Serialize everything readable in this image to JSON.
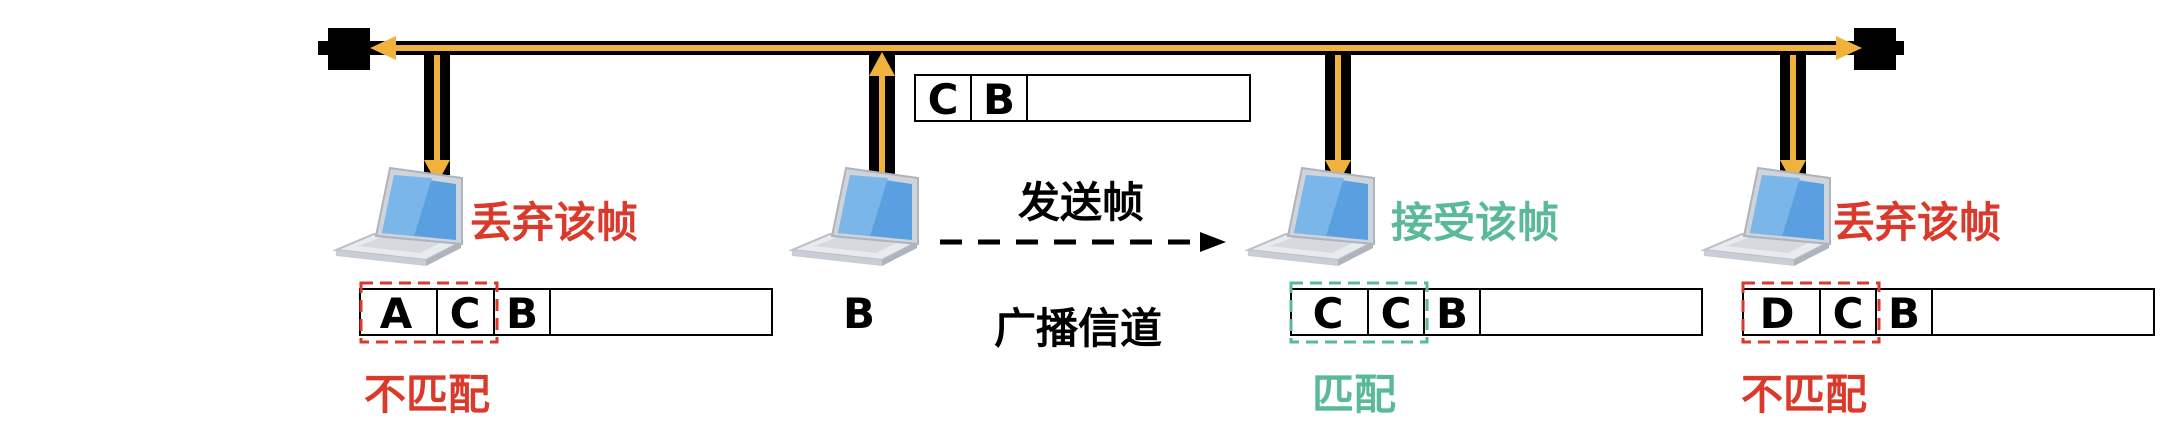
{
  "colors": {
    "bus": "#000000",
    "arrow": "#f0b23c",
    "discard": "#d93a2b",
    "accept": "#5ab998",
    "text": "#000000",
    "laptop_screen": "#5aa0e0"
  },
  "channel_label": "广播信道",
  "sender": {
    "name": "B",
    "action": "发送帧",
    "frame": [
      "C",
      "B"
    ]
  },
  "receivers": [
    {
      "status": "丢弃该帧",
      "frame": [
        "A",
        "C",
        "B"
      ],
      "match": "不匹配",
      "result": "discard"
    },
    {
      "status": "接受该帧",
      "frame": [
        "C",
        "C",
        "B"
      ],
      "match": "匹配",
      "result": "accept"
    },
    {
      "status": "丢弃该帧",
      "frame": [
        "D",
        "C",
        "B"
      ],
      "match": "不匹配",
      "result": "discard"
    }
  ]
}
